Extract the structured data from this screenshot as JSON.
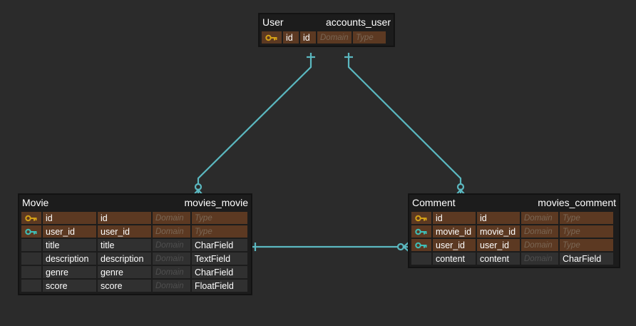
{
  "colors": {
    "background": "#2b2b2b",
    "entity_bg": "#1c1c1c",
    "key_row_bg": "#5c3922",
    "plain_row_bg": "#303030",
    "primary_key_icon": "#d4a017",
    "foreign_key_icon": "#3fbfb8",
    "relation_line": "#5bb8c0"
  },
  "entities": {
    "user": {
      "name": "User",
      "table": "accounts_user",
      "columns": [
        {
          "key": "primary-key-icon",
          "name": "id",
          "field": "id",
          "domain": "Domain",
          "type": "Type"
        }
      ]
    },
    "movie": {
      "name": "Movie",
      "table": "movies_movie",
      "columns": [
        {
          "key": "primary-key-icon",
          "name": "id",
          "field": "id",
          "domain": "Domain",
          "type": "Type"
        },
        {
          "key": "foreign-key-icon",
          "name": "user_id",
          "field": "user_id",
          "domain": "Domain",
          "type": "Type"
        },
        {
          "key": "",
          "name": "title",
          "field": "title",
          "domain": "Domain",
          "type": "CharField"
        },
        {
          "key": "",
          "name": "description",
          "field": "description",
          "domain": "Domain",
          "type": "TextField"
        },
        {
          "key": "",
          "name": "genre",
          "field": "genre",
          "domain": "Domain",
          "type": "CharField"
        },
        {
          "key": "",
          "name": "score",
          "field": "score",
          "domain": "Domain",
          "type": "FloatField"
        }
      ]
    },
    "comment": {
      "name": "Comment",
      "table": "movies_comment",
      "columns": [
        {
          "key": "primary-key-icon",
          "name": "id",
          "field": "id",
          "domain": "Domain",
          "type": "Type"
        },
        {
          "key": "foreign-key-icon",
          "name": "movie_id",
          "field": "movie_id",
          "domain": "Domain",
          "type": "Type"
        },
        {
          "key": "foreign-key-icon",
          "name": "user_id",
          "field": "user_id",
          "domain": "Domain",
          "type": "Type"
        },
        {
          "key": "",
          "name": "content",
          "field": "content",
          "domain": "Domain",
          "type": "CharField"
        }
      ]
    }
  }
}
